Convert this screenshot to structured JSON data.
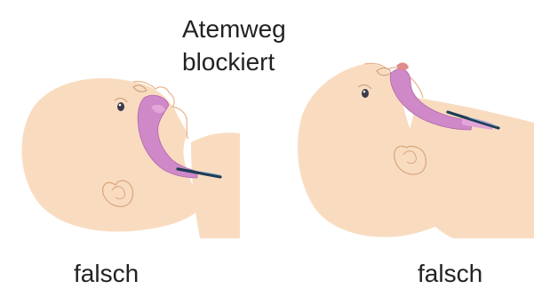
{
  "title": {
    "line1": "Atemweg",
    "line2": "blockiert"
  },
  "left_panel": {
    "caption": "falsch"
  },
  "right_panel": {
    "caption": "falsch"
  },
  "colors": {
    "skin": "#f9dcc0",
    "skin_outline": "#e8b48e",
    "airway": "#cf88c8",
    "airway_outline": "#b06aa8",
    "tube": "#1f3d57",
    "eye": "#3a3a4a",
    "text": "#222222"
  }
}
